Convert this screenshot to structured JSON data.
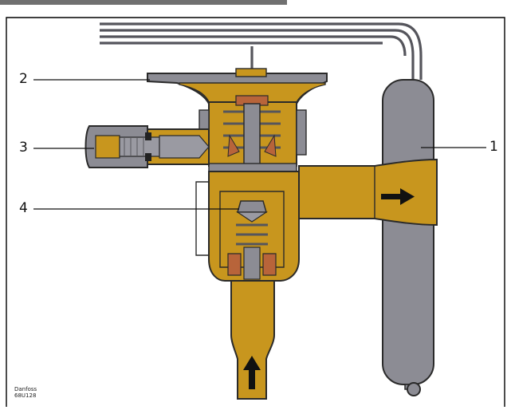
{
  "figure": {
    "labels": {
      "one": "1",
      "two": "2",
      "three": "3",
      "four": "4"
    },
    "watermark": {
      "brand": "Danfoss",
      "code": "68U128"
    },
    "colors": {
      "brass": "#c8961e",
      "brass_dark": "#8a6410",
      "steel": "#8c8c94",
      "steel_dark": "#4a4a50",
      "copper": "#b8643a",
      "outline": "#2a2a2a"
    }
  }
}
